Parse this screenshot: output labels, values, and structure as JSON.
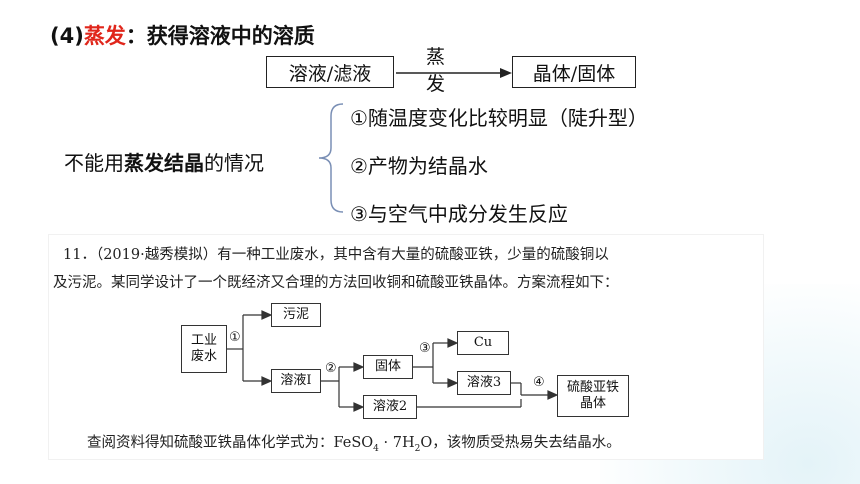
{
  "heading": {
    "prefix": "(4)",
    "keyword": "蒸发",
    "rest": "：获得溶液中的溶质"
  },
  "evaporation": {
    "from": "溶液/滤液",
    "arrow_label": "蒸发",
    "to": "晶体/固体"
  },
  "cases": {
    "label_pre": "不能用",
    "label_bold": "蒸发结晶",
    "label_post": "的情况",
    "items": [
      "①随温度变化比较明显（陡升型）",
      "②产物为结晶水",
      "③与空气中成分发生反应"
    ]
  },
  "problem": {
    "line1": "11．（2019·越秀模拟）有一种工业废水，其中含有大量的硫酸亚铁，少量的硫酸铜以",
    "line2": "及污泥。某同学设计了一个既经济又合理的方法回收铜和硫酸亚铁晶体。方案流程如下：",
    "flow": {
      "start_l1": "工业",
      "start_l2": "废水",
      "sludge": "污泥",
      "solution1": "溶液Ⅰ",
      "solid": "固体",
      "cu": "Cu",
      "solution3": "溶液3",
      "solution2": "溶液2",
      "product_l1": "硫酸亚铁",
      "product_l2": "晶体",
      "step1": "①",
      "step2": "②",
      "step3": "③",
      "step4": "④"
    },
    "footer_pre": "查阅资料得知硫酸亚铁晶体化学式为：FeSO",
    "footer_sub1": "4",
    "footer_mid": " · 7H",
    "footer_sub2": "2",
    "footer_post": "O，该物质受热易失去结晶水。"
  }
}
